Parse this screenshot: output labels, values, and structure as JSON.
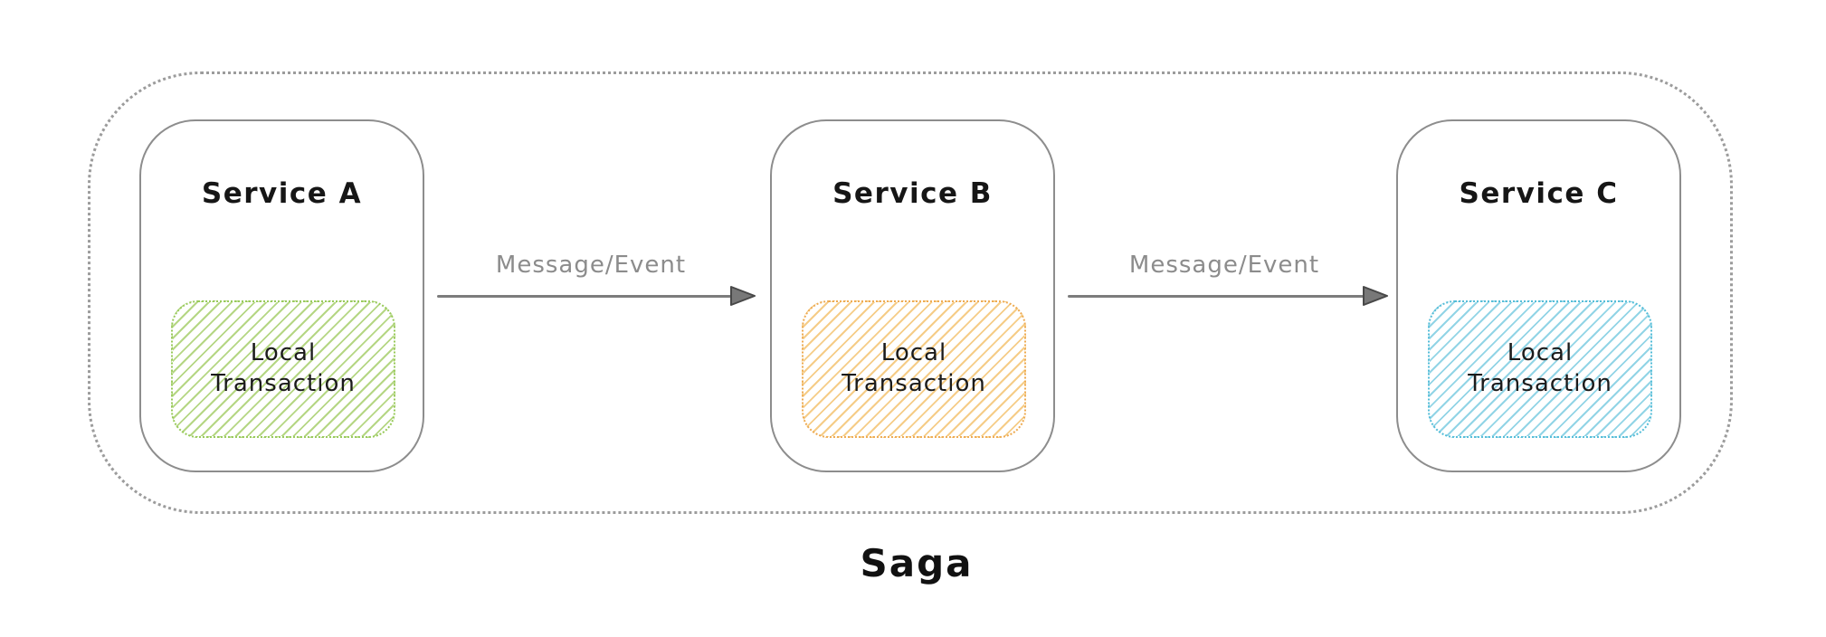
{
  "diagram": {
    "type": "saga-pattern-diagram",
    "boundary_label": "Saga",
    "services": [
      {
        "title": "Service A",
        "transaction_label": "Local Transaction",
        "hatch_color": "#98ca5a"
      },
      {
        "title": "Service B",
        "transaction_label": "Local Transaction",
        "hatch_color": "#eeab52"
      },
      {
        "title": "Service C",
        "transaction_label": "Local Transaction",
        "hatch_color": "#54bdd8"
      }
    ],
    "arrows": [
      {
        "label": "Message/Event",
        "from": "Service A",
        "to": "Service B"
      },
      {
        "label": "Message/Event",
        "from": "Service B",
        "to": "Service C"
      }
    ],
    "colors": {
      "boundary_border": "#9c9c9c",
      "service_border": "#8d8d8d",
      "arrow": "#7c7c7c",
      "arrow_label": "#8c8c8c",
      "text": "#1d1d1d",
      "green_transaction": "#98ca5a",
      "orange_transaction": "#eeab52",
      "blue_transaction": "#54bdd8"
    }
  }
}
